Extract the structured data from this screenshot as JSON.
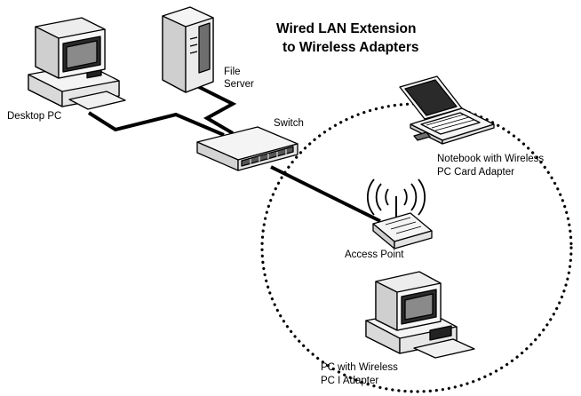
{
  "diagram": {
    "title_line1": "Wired LAN Extension",
    "title_line2": "to Wireless Adapters",
    "labels": {
      "desktop_pc": "Desktop PC",
      "file_server_line1": "File",
      "file_server_line2": "Server",
      "switch": "Switch",
      "notebook_line1": "Notebook with Wireless",
      "notebook_line2": "PC Card Adapter",
      "access_point": "Access Point",
      "pc_wireless_line1": "PC with Wireless",
      "pc_wireless_line2": "PC I Adapter"
    },
    "colors": {
      "ink": "#000000",
      "device_light": "#f4f4f4",
      "device_mid": "#c8c8c8",
      "device_dark": "#6e6e6e",
      "screen": "#2a2a2a"
    }
  }
}
